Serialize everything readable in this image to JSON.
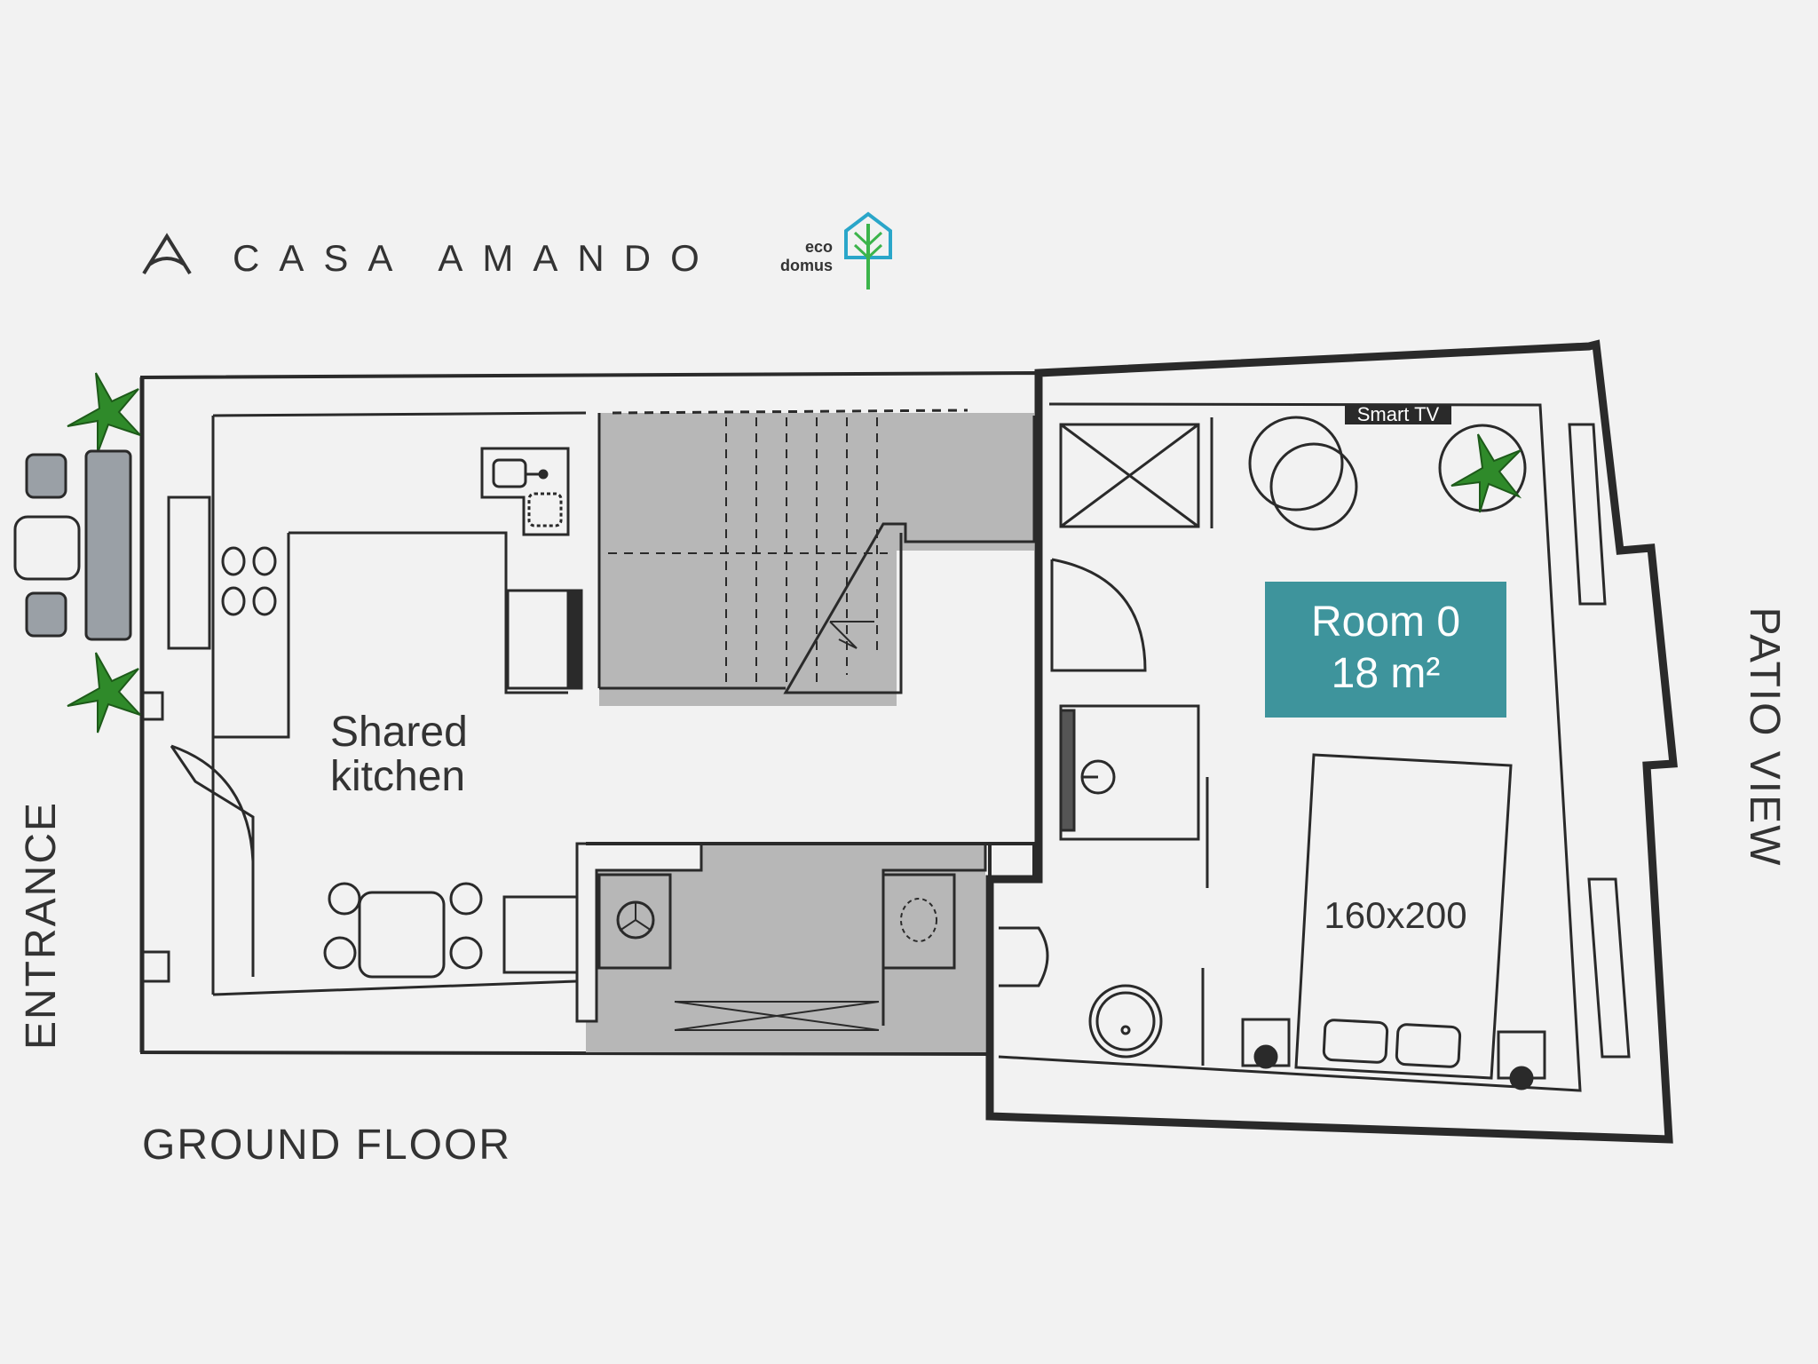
{
  "brand": {
    "name": "CASA AMANDO",
    "eco_top": "eco",
    "eco_bottom": "domus"
  },
  "plan": {
    "floor_label": "GROUND FLOOR",
    "entrance_label": "ENTRANCE",
    "view_label": "PATIO VIEW",
    "kitchen_line1": "Shared",
    "kitchen_line2": "kitchen",
    "tv_label": "Smart TV",
    "bed_size": "160x200",
    "room": {
      "name": "Room 0",
      "area": "18 m²",
      "badge_color": "#3e949c"
    }
  },
  "colors": {
    "wall": "#2a2a2a",
    "stair_fill": "#b7b7b7",
    "plant": "#2f8a2a",
    "logo_blue": "#2aa6c9",
    "logo_green": "#3cb44b"
  }
}
